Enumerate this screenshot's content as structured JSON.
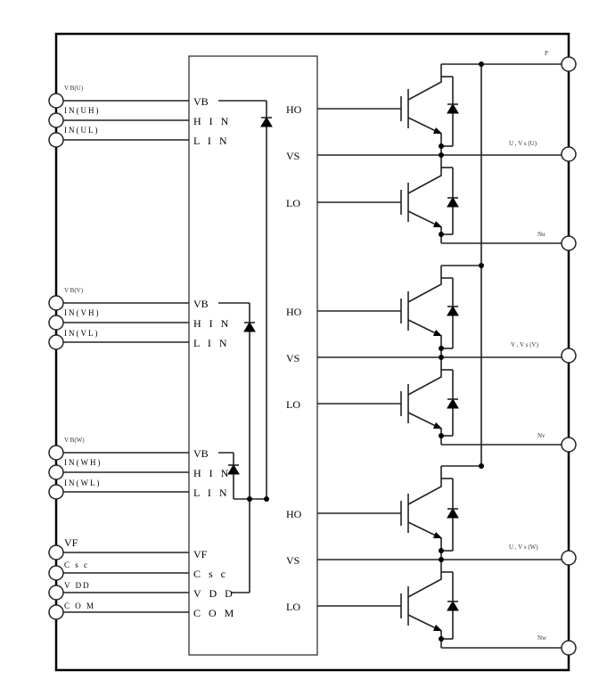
{
  "left_inputs": [
    {
      "label": "V  B(U)",
      "small": true
    },
    {
      "label": "IN(UH)"
    },
    {
      "label": "IN(UL)"
    },
    {
      "label": "V  B(V)",
      "small": true
    },
    {
      "label": "IN(VH)"
    },
    {
      "label": "IN(VL)"
    },
    {
      "label": "V  B(W)",
      "small": true
    },
    {
      "label": "IN(WH)"
    },
    {
      "label": "IN(WL)"
    },
    {
      "label": "VF"
    },
    {
      "label": "C s c"
    },
    {
      "label": "V DD"
    },
    {
      "label": "C O M"
    }
  ],
  "ic_left_pins": [
    "VB",
    "H I N",
    "L I N",
    "VB",
    "H I N",
    "L I N",
    "VB",
    "H I N",
    "L I N",
    "VF",
    "C s c",
    "V D D",
    "C O M"
  ],
  "ic_right_pins": [
    "HO",
    "VS",
    "LO",
    "HO",
    "VS",
    "LO",
    "HO",
    "VS",
    "LO"
  ],
  "right_outputs": [
    "P",
    "U , V s (U)",
    "Nu",
    "V , V s (V)",
    "Nv",
    "U , V s (W)",
    "Nw"
  ]
}
